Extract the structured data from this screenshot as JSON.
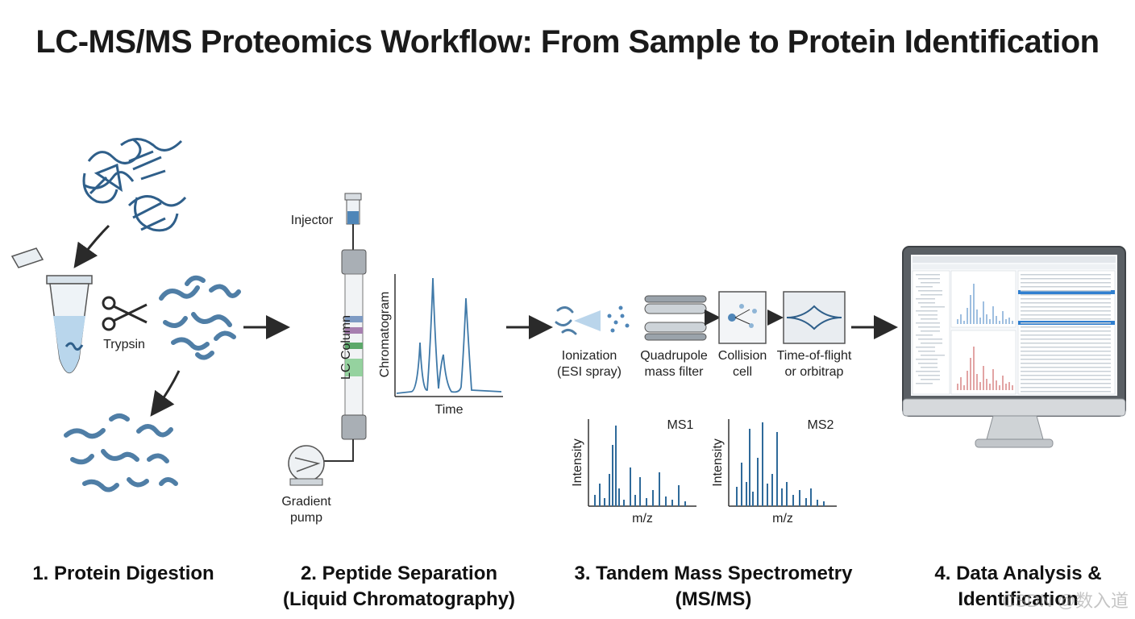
{
  "title": "LC-MS/MS Proteomics Workflow: From Sample to Protein Identification",
  "digestion": {
    "enzyme_label": "Trypsin",
    "step_title": "1. Protein Digestion"
  },
  "separation": {
    "injector_label": "Injector",
    "column_label": "LC Column",
    "chromatogram_label": "Chromatogram",
    "time_label": "Time",
    "pump_label_line1": "Gradient",
    "pump_label_line2": "pump",
    "step_title_line1": "2. Peptide Separation",
    "step_title_line2": "(Liquid Chromatography)"
  },
  "ms": {
    "ionization_line1": "Ionization",
    "ionization_line2": "(ESI spray)",
    "quad_line1": "Quadrupole",
    "quad_line2": "mass filter",
    "collision_line1": "Collision",
    "collision_line2": "cell",
    "analyzer_line1": "Time-of-flight",
    "analyzer_line2": "or orbitrap",
    "ms1_label": "MS1",
    "ms2_label": "MS2",
    "intensity_label": "Intensity",
    "mz_label": "m/z",
    "step_title_line1": "3. Tandem Mass Spectrometry",
    "step_title_line2": "(MS/MS)"
  },
  "analysis": {
    "step_title_line1": "4. Data Analysis &",
    "step_title_line2": "Identification"
  },
  "watermark": "CSDN @数入道",
  "colors": {
    "blue": "#2f5f8a",
    "light_blue": "#6fa6d3",
    "spectrum_blue": "#2f6a9a",
    "spectrum_red": "#c44a4a",
    "arrow": "#2a2a2a"
  }
}
